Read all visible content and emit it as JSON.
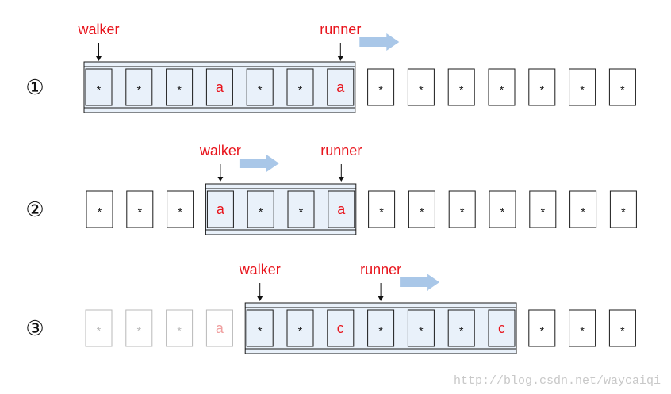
{
  "colors": {
    "pointer_label": "#e8141c",
    "highlight_char": "#e8141c",
    "window_fill": "#e9f1fa",
    "box_stroke": "#1a1a1a",
    "arrow_fill": "#a9c7e8",
    "faded": "#b8b8b8",
    "faded_highlight": "#f0a0a0",
    "watermark": "#c8c8c8"
  },
  "rows": [
    {
      "step": "①",
      "cells": [
        "*",
        "*",
        "*",
        "a",
        "*",
        "*",
        "a",
        "*",
        "*",
        "*",
        "*",
        "*",
        "*",
        "*"
      ],
      "highlight": [
        3,
        6
      ],
      "faded": [],
      "window": [
        0,
        6
      ],
      "walker": {
        "label": "walker",
        "index": 0
      },
      "runner": {
        "label": "runner",
        "index": 6
      },
      "move_arrow": "runner"
    },
    {
      "step": "②",
      "cells": [
        "*",
        "*",
        "*",
        "a",
        "*",
        "*",
        "a",
        "*",
        "*",
        "*",
        "*",
        "*",
        "*",
        "*"
      ],
      "highlight": [
        3,
        6
      ],
      "faded": [],
      "window": [
        3,
        6
      ],
      "walker": {
        "label": "walker",
        "index": 3
      },
      "runner": {
        "label": "runner",
        "index": 6
      },
      "move_arrow": "walker"
    },
    {
      "step": "③",
      "cells": [
        "*",
        "*",
        "*",
        "a",
        "*",
        "*",
        "c",
        "*",
        "*",
        "*",
        "c",
        "*",
        "*",
        "*"
      ],
      "highlight": [
        3,
        6,
        10
      ],
      "faded": [
        0,
        1,
        2,
        3
      ],
      "window": [
        4,
        10
      ],
      "walker": {
        "label": "walker",
        "index": 4
      },
      "runner": {
        "label": "runner",
        "index": 7
      },
      "move_arrow": "runner"
    }
  ],
  "watermark": "http://blog.csdn.net/waycaiqi"
}
